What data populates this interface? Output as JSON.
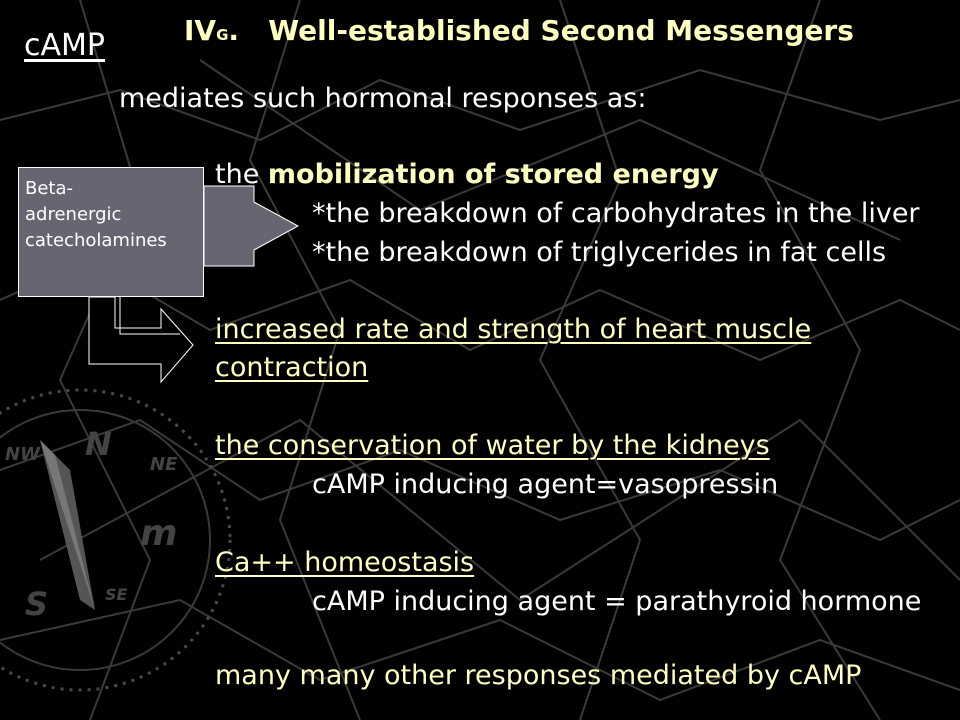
{
  "slide": {
    "camp_label": "cAMP",
    "title_prefix": "IV",
    "title_sub": "G",
    "title_dot": ".",
    "title_text": "Well-established Second Messengers",
    "intro": "mediates such hormonal responses as:",
    "box_lines": [
      "Beta-",
      "adrenergic",
      "catecholamines"
    ],
    "item1_prefix": "the ",
    "item1_bold": "mobilization of stored energy",
    "item1_sub1": "*the breakdown of carbohydrates in the liver",
    "item1_sub2": "*the breakdown of triglycerides in fat cells",
    "item2_line1": "increased rate and strength of heart muscle",
    "item2_line2": "contraction",
    "item3": "the conservation of water by the kidneys",
    "item3_sub": "cAMP inducing agent=vasopressin",
    "item4": "Ca++ homeostasis",
    "item4_sub": "cAMP inducing agent = parathyroid hormone",
    "item5": "many many other responses mediated by cAMP"
  },
  "compass": {
    "n": "N",
    "ne": "NE",
    "nw": "NW",
    "m": "m",
    "s": "S",
    "se": "SE"
  },
  "colors": {
    "background": "#000000",
    "title": "#ffffc0",
    "box": "#666673",
    "lines": "#3a3a3a"
  }
}
